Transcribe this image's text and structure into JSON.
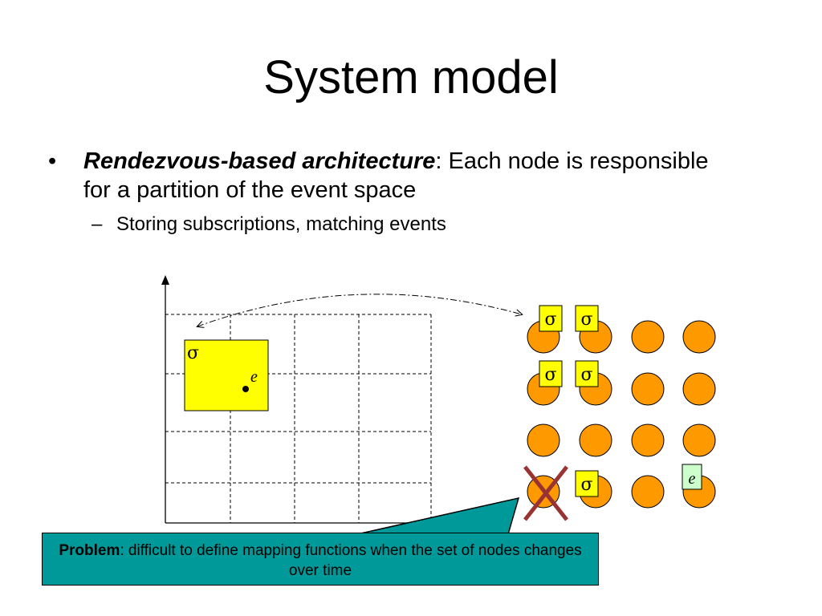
{
  "slide": {
    "title": "System model",
    "bullet": {
      "marker": "•",
      "term": "Rendezvous-based architecture",
      "rest": ": Each node is responsible for a partition of the event space"
    },
    "subbullet": {
      "marker": "–",
      "text": "Storing subscriptions, matching events"
    }
  },
  "diagram": {
    "grid_rows": 4,
    "grid_cols": 4,
    "subscription_label": "σ",
    "event_label": "e",
    "node_rows": 4,
    "node_cols": 4,
    "failed_node": "row 4, column 1",
    "node_subscription_tags": [
      "σ",
      "σ",
      "σ",
      "σ",
      "σ"
    ],
    "node_event_tag": "e",
    "colors": {
      "subscription_fill": "#ffff00",
      "node_fill": "#ff9900",
      "event_tag_fill": "#ccffcc",
      "cross": "#993333",
      "callout_fill": "#009999"
    }
  },
  "callout": {
    "strong": "Problem",
    "text": ": difficult to define mapping functions when the set of nodes changes over time"
  }
}
